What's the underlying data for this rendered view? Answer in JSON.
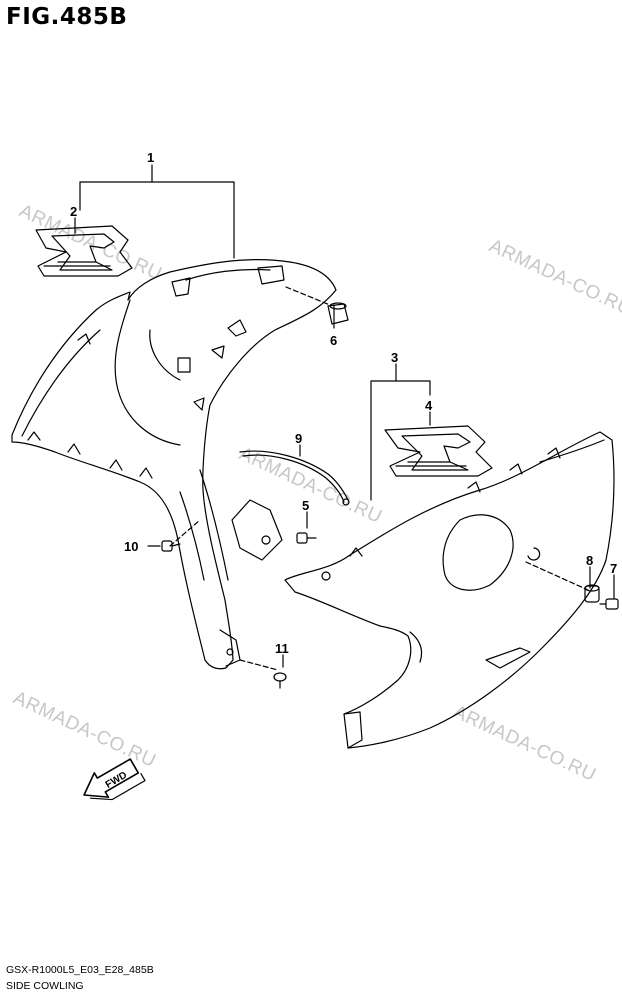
{
  "figure": {
    "title": "FIG.485B"
  },
  "watermark": {
    "text": "ARMADA-CO.RU"
  },
  "callouts": [
    "1",
    "2",
    "3",
    "4",
    "5",
    "6",
    "7",
    "8",
    "9",
    "10",
    "11"
  ],
  "fwd_label": "FWD",
  "footer": {
    "code": "GSX-R1000L5_E03_E28_485B",
    "description": "SIDE COWLING"
  }
}
